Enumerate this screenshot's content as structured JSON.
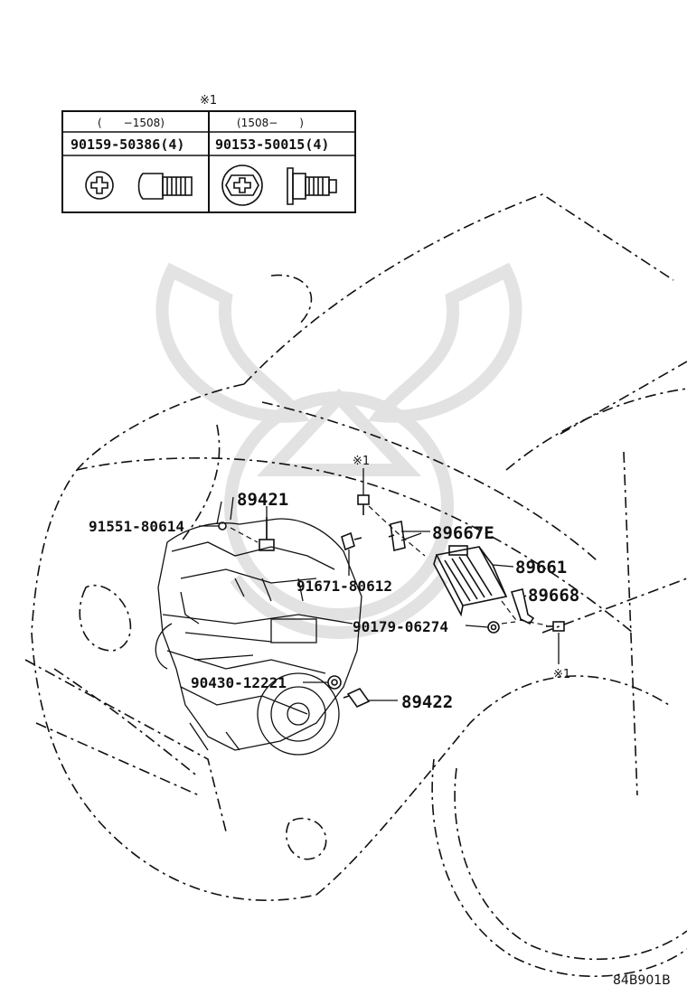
{
  "table": {
    "note_mark": "※1",
    "columns": [
      {
        "range": "(　　−1508)",
        "part_no": "90159-50386(4)",
        "head_icon": "phillips-pan-head-screw-icon",
        "side_icon": "pan-screw-side-icon"
      },
      {
        "range": "(1508−　　)",
        "part_no": "90153-50015(4)",
        "head_icon": "phillips-flange-head-screw-icon",
        "side_icon": "flange-screw-side-icon"
      }
    ]
  },
  "callouts": [
    {
      "id": "89421"
    },
    {
      "id": "91551-80614"
    },
    {
      "id": "89667E"
    },
    {
      "id": "91671-80612"
    },
    {
      "id": "89661"
    },
    {
      "id": "89668"
    },
    {
      "id": "90179-06274"
    },
    {
      "id": "90430-12221"
    },
    {
      "id": "89422"
    }
  ],
  "note_marks": [
    "※1",
    "※1"
  ],
  "diagram_code": "84B901B",
  "colors": {
    "line": "#111111",
    "watermark": "#dcdcdc"
  }
}
